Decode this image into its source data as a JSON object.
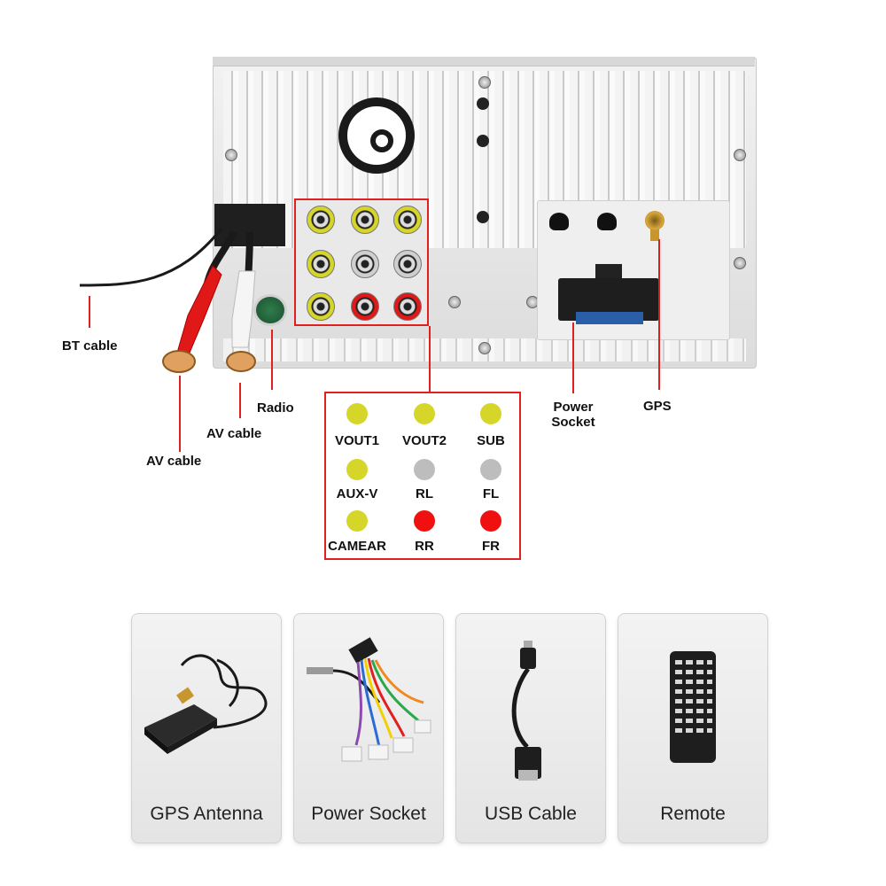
{
  "callouts": {
    "bt_cable": "BT cable",
    "av_cable_red": "AV cable",
    "av_cable_white": "AV cable",
    "radio": "Radio",
    "power_socket_line1": "Power",
    "power_socket_line2": "Socket",
    "gps": "GPS"
  },
  "legend": {
    "jacks": [
      {
        "label": "VOUT1",
        "color": "#d6d62a"
      },
      {
        "label": "VOUT2",
        "color": "#d6d62a"
      },
      {
        "label": "SUB",
        "color": "#d6d62a"
      },
      {
        "label": "AUX-V",
        "color": "#d6d62a"
      },
      {
        "label": "RL",
        "color": "#bdbdbd"
      },
      {
        "label": "FL",
        "color": "#bdbdbd"
      },
      {
        "label": "CAMEAR",
        "color": "#d6d62a"
      },
      {
        "label": "RR",
        "color": "#f01010"
      },
      {
        "label": "FR",
        "color": "#f01010"
      }
    ]
  },
  "accessories": [
    {
      "label": "GPS Antenna",
      "icon": "gps-antenna-icon"
    },
    {
      "label": "Power Socket",
      "icon": "wiring-harness-icon"
    },
    {
      "label": "USB Cable",
      "icon": "usb-cable-icon"
    },
    {
      "label": "Remote",
      "icon": "remote-control-icon"
    }
  ],
  "colors": {
    "accent_red": "#e02020",
    "yellow_jack": "#d6d62a",
    "white_jack": "#bdbdbd",
    "red_jack": "#f01010"
  }
}
